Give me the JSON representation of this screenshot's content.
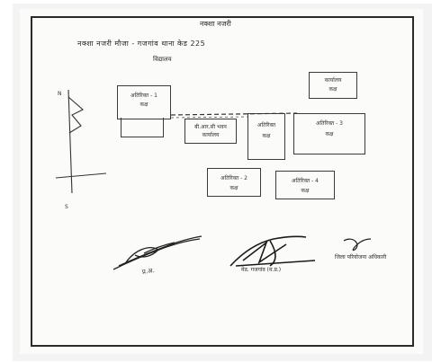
{
  "document": {
    "title": "नक्शा नजरी",
    "header_line1": "नक्शा नजरी मौजा - गजगांव थाना केड 225",
    "header_line2": "विद्यालय",
    "rooms": [
      {
        "id": "r1",
        "line1": "अतिरिक्त - 1",
        "line2": "कक्ष"
      },
      {
        "id": "r2",
        "line1": "बी.आर.सी भवन",
        "line2": "कार्यालय"
      },
      {
        "id": "r3",
        "line1": "अतिरिक्त",
        "line2": "कक्ष"
      },
      {
        "id": "r4",
        "line1": "अतिरिक्त - 3",
        "line2": "कक्ष"
      },
      {
        "id": "r5",
        "line1": "कार्यालय",
        "line2": "कक्ष"
      },
      {
        "id": "r6",
        "line1": "अतिरिक्त - 2",
        "line2": "कक्ष"
      },
      {
        "id": "r7",
        "line1": "अतिरिक्त - 4",
        "line2": "कक्ष"
      }
    ],
    "signatures": {
      "left_caption": "प्र.अ.",
      "middle_caption": "मेड. गजगांव (म.प्र.)",
      "right_caption": "जिला परियोजना अधिकारी"
    }
  }
}
